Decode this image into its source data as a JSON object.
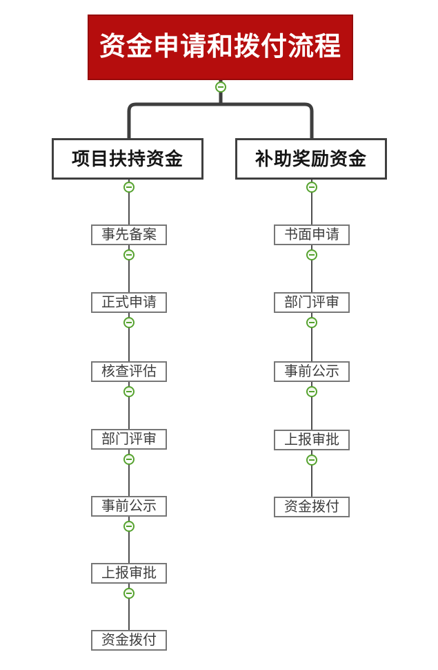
{
  "root": {
    "label": "资金申请和拨付流程"
  },
  "branches": [
    {
      "label": "项目扶持资金",
      "steps": [
        "事先备案",
        "正式申请",
        "核查评估",
        "部门评审",
        "事前公示",
        "上报审批",
        "资金拨付"
      ]
    },
    {
      "label": "补助奖励资金",
      "steps": [
        "书面申请",
        "部门评审",
        "事前公示",
        "上报审批",
        "资金拨付"
      ]
    }
  ],
  "icons": {
    "collapse": "minus-circle-icon"
  },
  "colors": {
    "accent_red": "#b50d0d",
    "toggle_green": "#55a22e",
    "line_thick": "#3e3e3e",
    "line_thin": "#4e4e4e"
  }
}
